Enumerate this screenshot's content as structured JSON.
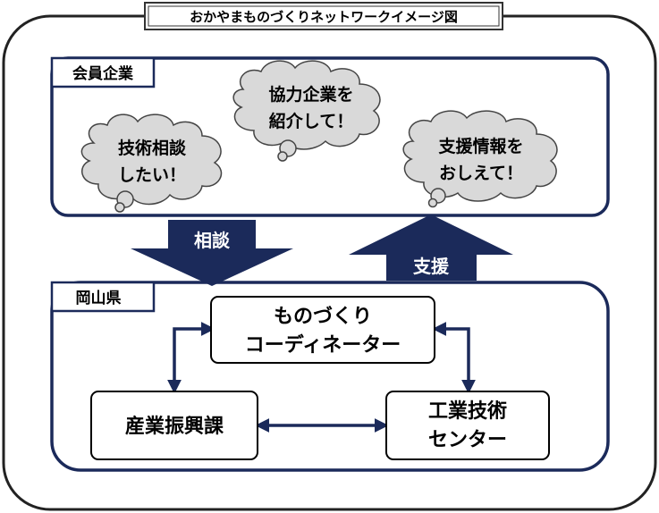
{
  "diagram": {
    "title": "おかやまものづくりネットワークイメージ図",
    "member_section": {
      "label": "会員企業",
      "bubbles": [
        {
          "lines": [
            "技術相談",
            "したい！"
          ]
        },
        {
          "lines": [
            "協力企業を",
            "紹介して！"
          ]
        },
        {
          "lines": [
            "支援情報を",
            "おしえて！"
          ]
        }
      ]
    },
    "arrows": {
      "down_label": "相談",
      "up_label": "支援"
    },
    "prefecture_section": {
      "label": "岡山県",
      "nodes": {
        "coordinator": [
          "ものづくり",
          "コーディネーター"
        ],
        "industry_division": "産業振興課",
        "tech_center": [
          "工業技術",
          "センター"
        ]
      }
    },
    "colors": {
      "navy": "#1b2a5a",
      "cloud_fill": "#d9d9d9",
      "cloud_stroke": "#444444",
      "outer_border": "#222222"
    }
  }
}
